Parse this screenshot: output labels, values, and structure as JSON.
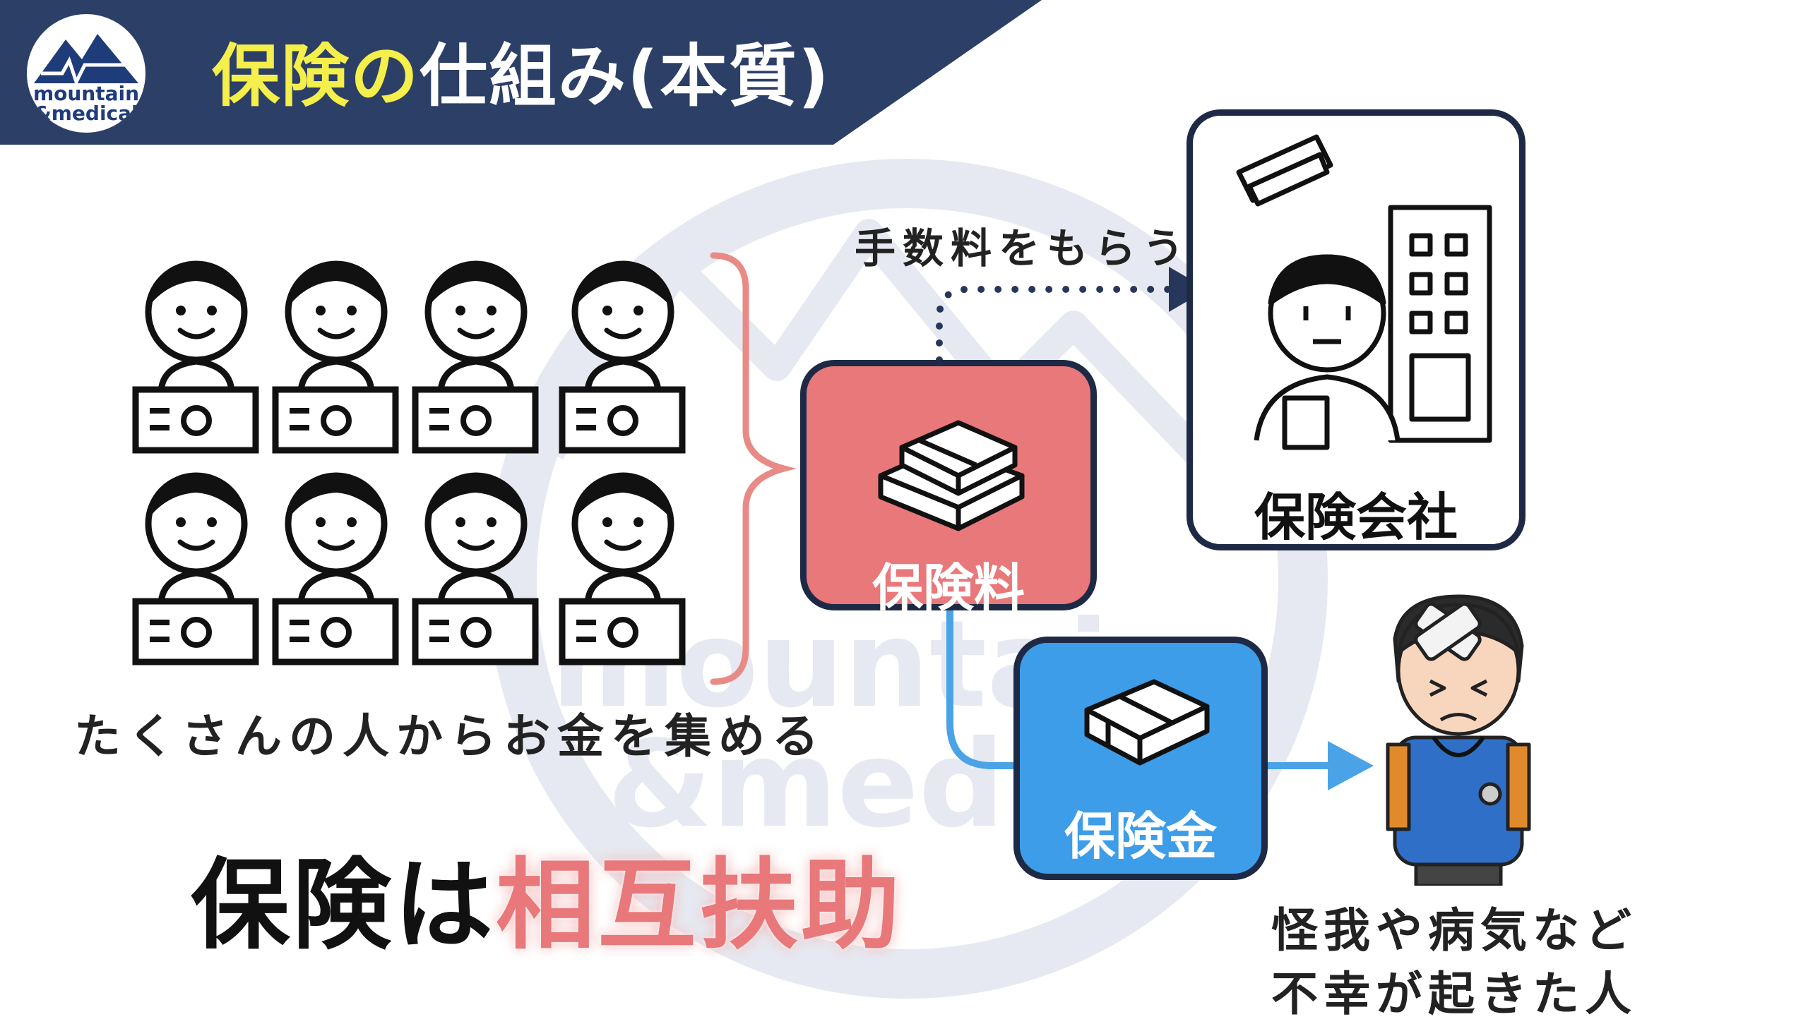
{
  "header": {
    "title_highlight": "保険の",
    "title_rest_1": "仕組み",
    "title_rest_2": "(本質)"
  },
  "logo": {
    "line1": "mountain",
    "line2": "&medical"
  },
  "watermark": {
    "line1": "mountain",
    "line2": "&medical"
  },
  "people": {
    "caption": "たくさんの人からお金を集める"
  },
  "premium_box": {
    "label": "保険料"
  },
  "commission": {
    "label": "手数料をもらう"
  },
  "insurer_box": {
    "label": "保険会社"
  },
  "payout_box": {
    "label": "保険金"
  },
  "victim": {
    "line1": "怪我や病気など",
    "line2": "不幸が起きた人"
  },
  "tagline": {
    "part_black": "保険は",
    "part_red": "相互扶助"
  },
  "colors": {
    "header_navy": "#2c3f66",
    "title_yellow": "#f4ef4a",
    "premium_red": "#e8787a",
    "payout_blue": "#3d9de8",
    "arrow_blue": "#4aa3e6",
    "dotted_navy": "#27375c",
    "bracket_red": "#e88b86",
    "watermark": "#e6e9f1"
  }
}
